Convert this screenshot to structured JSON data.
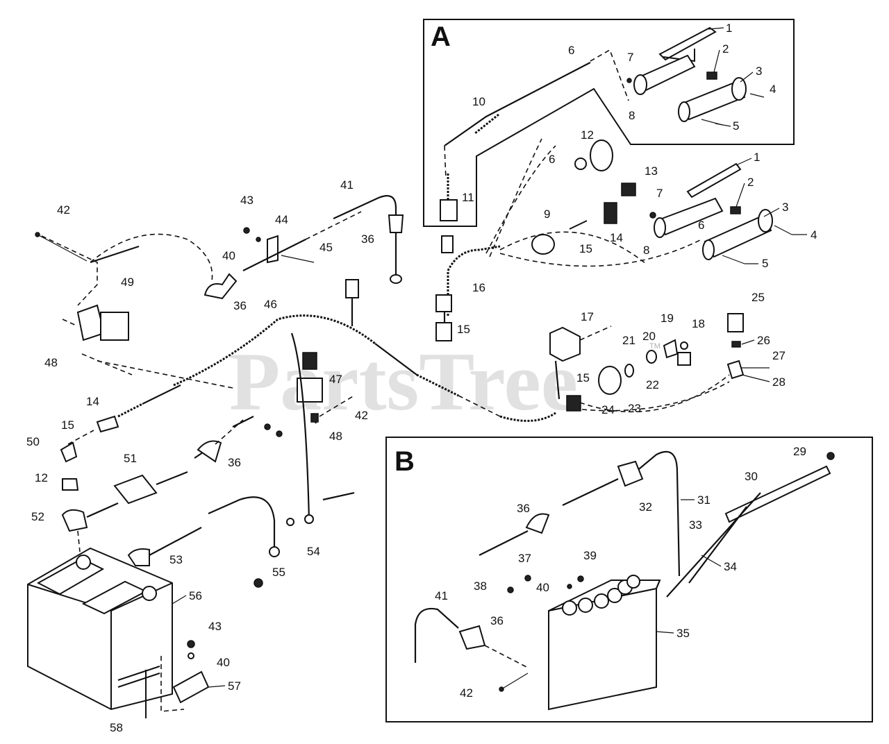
{
  "inset_a": {
    "title": "A"
  },
  "inset_b": {
    "title": "B"
  },
  "watermark": {
    "text": "PartsTree",
    "tm": "TM"
  },
  "callouts": {
    "c1a": "1",
    "c2a": "2",
    "c3a": "3",
    "c4a": "4",
    "c5a": "5",
    "c6a": "6",
    "c7a": "7",
    "c8a": "8",
    "c10": "10",
    "c11": "11",
    "c6b": "6",
    "c12a": "12",
    "c13": "13",
    "c1b": "1",
    "c2b": "2",
    "c7b": "7",
    "c3b": "3",
    "c6c": "6",
    "c4b": "4",
    "c8b": "8",
    "c5b": "5",
    "c9": "9",
    "c14a": "14",
    "c15a": "15",
    "c16": "16",
    "c15b": "15",
    "c41a": "41",
    "c43a": "43",
    "c44": "44",
    "c40a": "40",
    "c45": "45",
    "c36a": "36",
    "c42a": "42",
    "c49": "49",
    "c36b": "36",
    "c46": "46",
    "c48a": "48",
    "c47": "47",
    "c42b": "42",
    "c48b": "48",
    "c14b": "14",
    "c15c": "15",
    "c50": "50",
    "c12b": "12",
    "c51": "51",
    "c36c": "36",
    "c52": "52",
    "c53": "53",
    "c54": "54",
    "c55": "55",
    "c56": "56",
    "c43b": "43",
    "c40b": "40",
    "c57": "57",
    "c58": "58",
    "c17": "17",
    "c25": "25",
    "c21": "21",
    "c20": "20",
    "c19": "19",
    "c18": "18",
    "c26": "26",
    "c27": "27",
    "c28": "28",
    "c15d": "15",
    "c22": "22",
    "c23": "23",
    "c24": "24",
    "c29": "29",
    "c30": "30",
    "c36d": "36",
    "c32": "32",
    "c31": "31",
    "c33": "33",
    "c37": "37",
    "c39": "39",
    "c38": "38",
    "c40c": "40",
    "c34": "34",
    "c41b": "41",
    "c36e": "36",
    "c35": "35",
    "c42c": "42"
  }
}
